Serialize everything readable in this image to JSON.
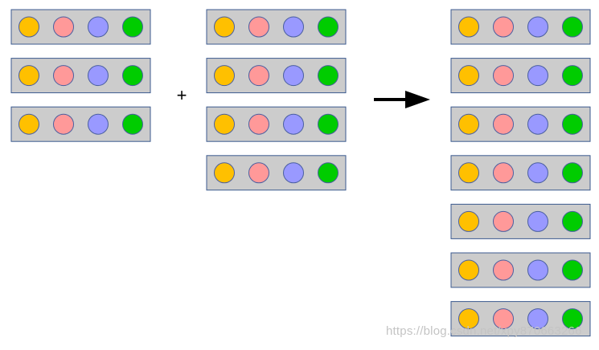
{
  "colors": {
    "row_fill": "#cccccc",
    "row_stroke": "#3b5a8f",
    "circle_stroke": "#4a5fa0",
    "arrow": "#000000"
  },
  "circle_colors": [
    "#ffc000",
    "#ff9999",
    "#9999ff",
    "#00cc00"
  ],
  "groups": [
    {
      "name": "group-a",
      "rows": 3
    },
    {
      "name": "group-b",
      "rows": 4
    },
    {
      "name": "group-result",
      "rows": 7
    }
  ],
  "operator_plus": "+",
  "arrow": "right-arrow",
  "watermark": "https://blog.csdn.net/xpy870663266"
}
